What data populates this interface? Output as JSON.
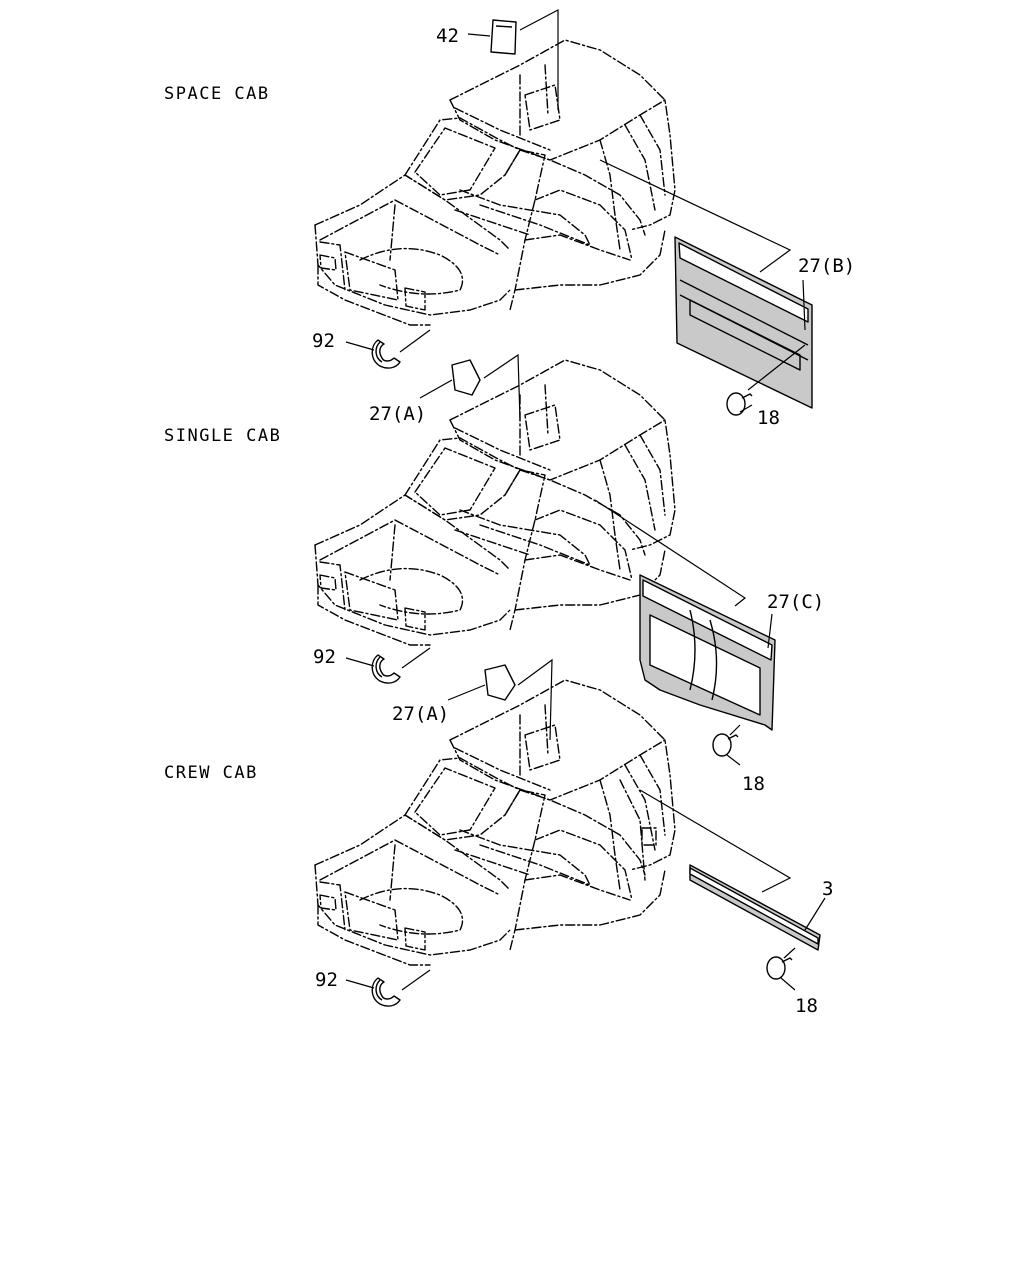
{
  "sections": [
    {
      "label": "SPACE CAB",
      "callouts": {
        "body_cap": "42",
        "panel": "27(B)",
        "fastener": "18",
        "clip": "92"
      }
    },
    {
      "label": "SINGLE CAB",
      "callouts": {
        "body_cap": "27(A)",
        "panel": "27(C)",
        "fastener": "18",
        "clip": "92"
      }
    },
    {
      "label": "CREW CAB",
      "callouts": {
        "body_cap": "27(A)",
        "panel": "3",
        "fastener": "18",
        "clip": "92"
      }
    }
  ]
}
